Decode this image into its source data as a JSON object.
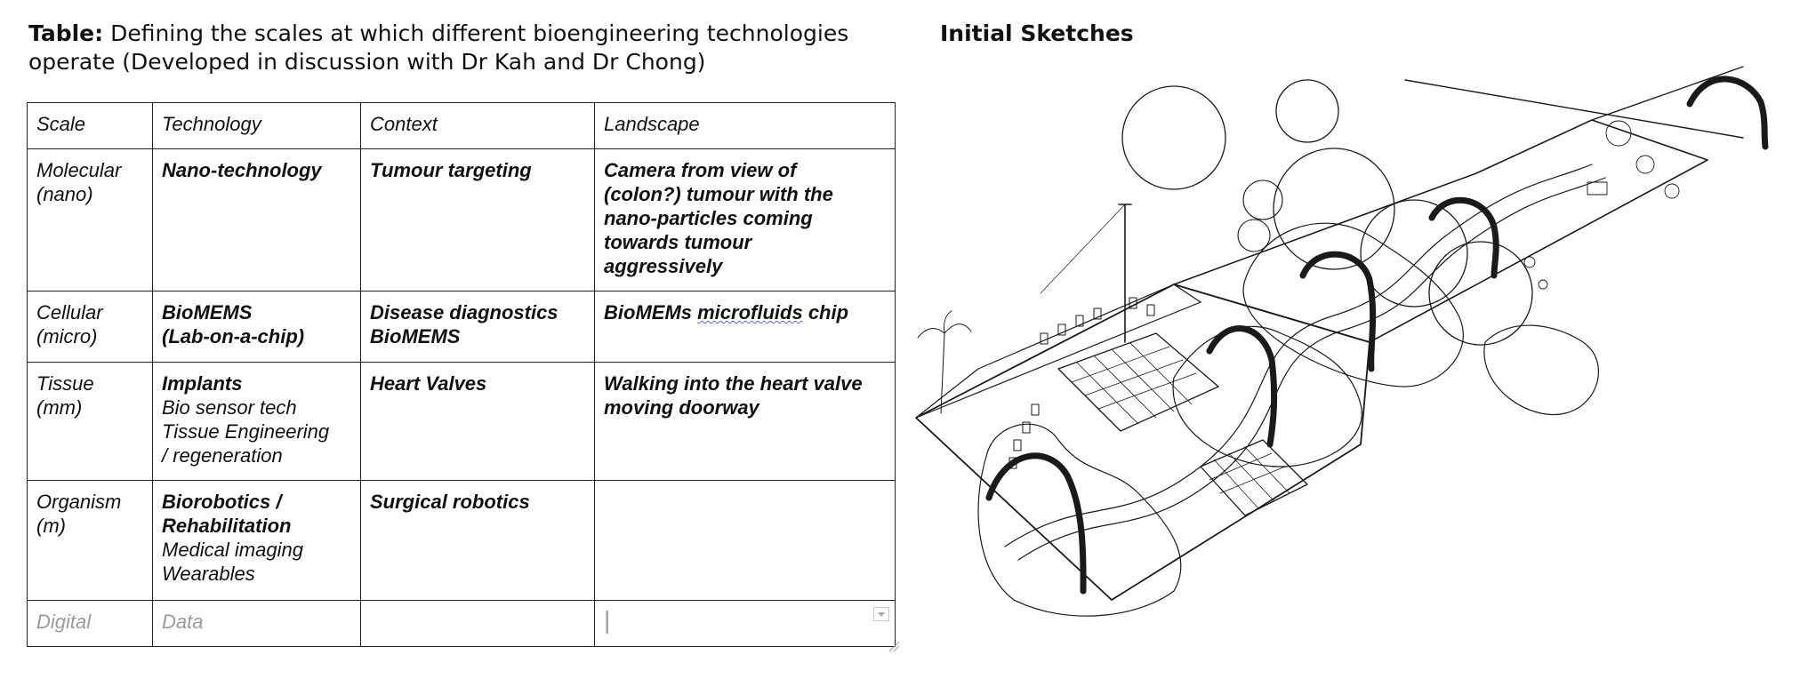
{
  "caption": {
    "label": "Table:",
    "text": " Defining the scales at which different bioengineering technologies operate (Developed in discussion with Dr Kah and Dr Chong)"
  },
  "sketch_title": "Initial Sketches",
  "table": {
    "headers": [
      "Scale",
      "Technology",
      "Context",
      "Landscape"
    ],
    "rows": [
      {
        "scale": [
          "Molecular",
          "(nano)"
        ],
        "tech_bold": [
          "Nano-technology"
        ],
        "tech_plain": [],
        "context": [
          "Tumour targeting"
        ],
        "landscape": [
          "Camera from view of",
          "(colon?) tumour with the",
          "nano-particles coming",
          "towards tumour",
          "aggressively"
        ]
      },
      {
        "scale": [
          "Cellular",
          "(micro)"
        ],
        "tech_bold": [
          "BioMEMS",
          "(Lab-on-a-chip)"
        ],
        "tech_plain": [],
        "context": [
          "Disease diagnostics",
          "BioMEMS"
        ],
        "landscape_pre": "BioMEMs ",
        "landscape_squiggle": "microfluids",
        "landscape_post": " chip"
      },
      {
        "scale": [
          "Tissue",
          "(mm)"
        ],
        "tech_bold": [
          "Implants"
        ],
        "tech_plain": [
          "Bio sensor tech",
          "Tissue Engineering",
          "/ regeneration"
        ],
        "context": [
          "Heart Valves"
        ],
        "landscape": [
          "Walking into the heart valve",
          "moving doorway"
        ]
      },
      {
        "scale": [
          "Organism",
          "(m)"
        ],
        "tech_bold": [
          "Biorobotics /",
          "Rehabilitation"
        ],
        "tech_plain": [
          "Medical imaging",
          "Wearables"
        ],
        "context": [
          "Surgical robotics"
        ],
        "landscape": []
      },
      {
        "scale": [
          "Digital"
        ],
        "tech_plain": [
          "Data"
        ],
        "context": [],
        "landscape_cursor": "|"
      }
    ]
  },
  "colors": {
    "spellcheck": "#4b6fd6",
    "placeholder_gray": "#9a9a9a",
    "ink": "#111111"
  }
}
